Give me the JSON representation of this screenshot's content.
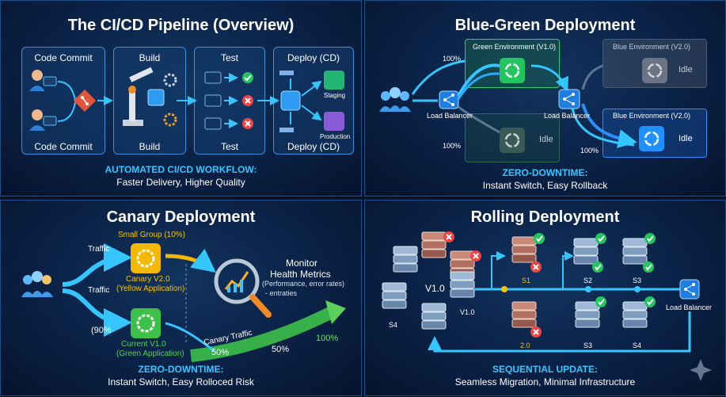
{
  "cicd": {
    "title": "The CI/CD Pipeline (Overview)",
    "stages": [
      {
        "label": "Code Commit",
        "sublabel": "Code Commit"
      },
      {
        "label": "Build",
        "sublabel": "Build"
      },
      {
        "label": "Test",
        "sublabel": "Test"
      },
      {
        "label": "Deploy (CD)",
        "sublabel": "Deploy (CD)"
      }
    ],
    "deploy_targets": [
      "Staging",
      "Production"
    ],
    "footer_title": "AUTOMATED CI/CD WORKFLOW:",
    "footer_text": "Faster Delivery, Higher Quality",
    "colors": {
      "accent": "#35c6ff",
      "success": "#22c55e",
      "fail": "#ef4444",
      "git": "#e2553a"
    }
  },
  "bluegreen": {
    "title": "Blue-Green Deployment",
    "green_env": "Green Environment (V1.0)",
    "blue_env_idle": "Blue Environment (V2.0)",
    "blue_env_active": "Blue Environment (V2.0)",
    "idle_label_1": "Idle",
    "idle_label_2": "Idle",
    "idle_label_3": "Idle",
    "lb1": "Load Balancer",
    "lb2": "Load Balancer",
    "pct_top": "100%",
    "pct_bottom": "100%",
    "pct_right": "100%",
    "footer_title": "ZERO-DOWNTIME:",
    "footer_text": "Instant Switch, Easy Rollback",
    "colors": {
      "green": "#22c55e",
      "blue": "#1e90ff"
    }
  },
  "canary": {
    "title": "Canary Deployment",
    "traffic_top": "Traffic",
    "traffic_bottom": "Traffic",
    "small_group": "Small Group (10%)",
    "canary_v2_line1": "Canary V2.0",
    "canary_v2_line2": "(Yellow Application)",
    "current_line1": "Current V1.0",
    "current_line2": "(Green Application)",
    "pct_90": "(90%",
    "monitor_line1": "Monitor",
    "monitor_line2": "Health Metrics",
    "monitor_line3": "(Performance, error rates)",
    "monitor_line4": "- entraties",
    "canary_traffic": "Canary Traffic",
    "pct_50a": "50%",
    "pct_50b": "50%",
    "pct_100": "100%",
    "footer_title": "ZERO-DOWNTIME:",
    "footer_text": "Instant Switch, Easy Rolloced Risk",
    "colors": {
      "yellow": "#f5b800",
      "green": "#3cc04a"
    }
  },
  "rolling": {
    "title": "Rolling Deployment",
    "cluster_label": "V1.0",
    "v1_label": "V1.0",
    "s4_left": "S4",
    "s1": "S1",
    "s2": "S2",
    "s3": "S3",
    "v2": "2.0",
    "s3_bottom": "S3",
    "s4_bottom": "S4",
    "lb": "Load Balancer",
    "footer_title": "SEQUENTIAL UPDATE:",
    "footer_text": "Seamless Migration, Minimal Infrastructure",
    "colors": {
      "updated_label": "#f5c400"
    }
  }
}
